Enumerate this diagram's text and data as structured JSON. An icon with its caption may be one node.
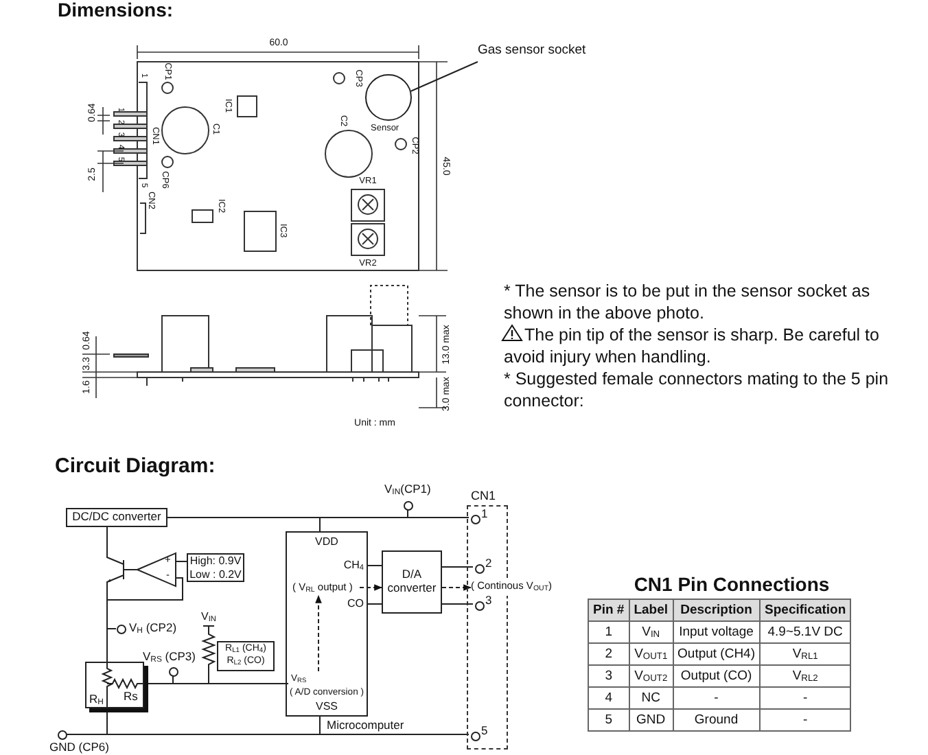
{
  "diagram": {
    "nodes": [
      {
        "text": [
          "Gas sensor socket"
        ]
      },
      {
        "text": [],
        "shape": "circle",
        "beside": [
          "Sensor"
        ]
      },
      {
        "text": [
          "DC/DC converter"
        ]
      },
      {
        "text": [
          "High: 0.9V Low : 0.2V"
        ]
      },
      {
        "text": [
          "VDD",
          "CH$_{4}$",
          "CO",
          "VSS"
        ],
        "beside": [
          "Microcomputer"
        ]
      },
      {
        "text": [
          "( V$_{RL}$ output )"
        ],
        "in": 4
      },
      {
        "text": [
          "V$_{RS}$",
          "( A/D conversion )"
        ],
        "in": 4
      },
      {
        "text": [
          "D/A converter"
        ]
      },
      {
        "text": [
          "CN1"
        ]
      },
      {
        "text": [],
        "shape": "circle",
        "in": 8,
        "beside": [
          "1"
        ]
      },
      {
        "text": [],
        "shape": "circle",
        "in": 8,
        "beside": [
          "2"
        ]
      },
      {
        "text": [],
        "shape": "circle",
        "in": 8,
        "beside": [
          "3"
        ]
      },
      {
        "text": [],
        "shape": "circle",
        "in": 8,
        "beside": [
          "5"
        ]
      },
      {
        "text": [
          "( Continous V$_{OUT}$)"
        ]
      },
      {
        "text": [],
        "shape": "circle",
        "beside": [
          "V$_{IN}$(CP1)"
        ]
      },
      {
        "text": [],
        "shape": "circle",
        "beside": [
          "V$_{H}$ (CP2)"
        ]
      },
      {
        "text": [],
        "shape": "circle",
        "beside": [
          "V$_{RS}$ (CP3)"
        ]
      },
      {
        "text": [],
        "shape": "circle",
        "beside": [
          "GND (CP6)"
        ]
      },
      {
        "text": [
          "R$_{L1}$ (CH$_{4}$) R$_{L2}$ (CO)"
        ]
      },
      {
        "text": [
          "R$_{H}$",
          "Rs"
        ]
      },
      {
        "text": [
          "+",
          "-"
        ]
      },
      {
        "text": [],
        "shape": "transistor"
      }
    ],
    "edges": [
      {
        "from": 0,
        "to": 1,
        "arrow": "none"
      },
      {
        "from": 2,
        "to": 9,
        "arrow": "none"
      },
      {
        "from": 14,
        "to": 9,
        "arrow": "none"
      },
      {
        "from": 4,
        "to": 9,
        "arrow": "none"
      },
      {
        "from": 4,
        "to": 7,
        "arrow": "none"
      },
      {
        "from": 4,
        "to": 7,
        "arrow": "none"
      },
      {
        "from": 7,
        "to": 10,
        "arrow": "none"
      },
      {
        "from": 7,
        "to": 11,
        "arrow": "none"
      },
      {
        "from": 5,
        "to": 7,
        "arrow": "to",
        "style": "dashed"
      },
      {
        "from": 7,
        "to": 13,
        "arrow": "to",
        "style": "dashed"
      },
      {
        "from": 6,
        "to": 5,
        "arrow": "to",
        "style": "dashed"
      },
      {
        "from": 19,
        "to": 6,
        "arrow": "none"
      },
      {
        "from": 16,
        "to": 6,
        "arrow": "none"
      },
      {
        "from": 17,
        "to": 12,
        "arrow": "none"
      },
      {
        "from": 4,
        "to": 12,
        "arrow": "none"
      },
      {
        "from": 19,
        "to": 12,
        "arrow": "none"
      },
      {
        "from": 15,
        "to": 19,
        "arrow": "none"
      },
      {
        "from": 2,
        "to": 21,
        "arrow": "none"
      },
      {
        "from": 21,
        "to": 19,
        "arrow": "none"
      },
      {
        "from": 20,
        "to": 21,
        "arrow": "none"
      },
      {
        "from": 3,
        "to": 20,
        "arrow": "none"
      },
      {
        "from": 20,
        "to": 19,
        "arrow": "none"
      }
    ],
    "labels": [
      "Dimensions:",
      "60.0",
      "0.64",
      "2.5",
      "1",
      "2",
      "3",
      "4",
      "5",
      "1",
      "5",
      "CN1",
      "CP1",
      "C1",
      "CP6",
      "IC1",
      "CN2",
      "IC2",
      "IC3",
      "CP3",
      "C2",
      "CP2",
      "VR1",
      "VR2",
      "45.0",
      "0.64",
      "3.3",
      "1.6",
      "13.0 max",
      "3.0 max",
      "Unit : mm",
      "* The sensor is to be put in the sensor socket as shown in the above photo.",
      "The pin tip of the sensor is sharp. Be careful to avoid injury when handling.",
      "* Suggested female connectors mating to the 5 pin connector:",
      "Circuit Diagram:",
      "V$_{IN}$",
      "CN1 Pin Connections",
      "Pin #",
      "Label",
      "Description",
      "Specification",
      "1",
      "V$_{IN}$",
      "Input voltage",
      "4.9~5.1V DC",
      "2",
      "V$_{OUT1}$",
      "Output (CH4)",
      "V$_{RL1}$",
      "3",
      "V$_{OUT2}$",
      "Output (CO)",
      "V$_{RL2}$",
      "4",
      "NC",
      "-",
      "-",
      "5",
      "GND",
      "Ground",
      "-"
    ]
  }
}
